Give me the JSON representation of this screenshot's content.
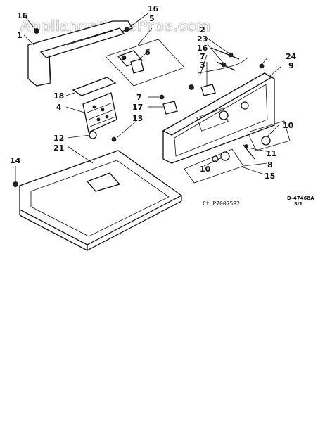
{
  "watermark": "AppliancePartsPros.com",
  "caption": "Ct  P7007592",
  "diagram_code": "D-47468A",
  "diagram_code_sub": "3/1",
  "labels": {
    "l16a": "16",
    "l1": "1",
    "l16b": "16",
    "l5": "5",
    "l6": "6",
    "l2": "2",
    "l23": "23",
    "l16c": "16",
    "l7a": "7",
    "l3": "3",
    "l24": "24",
    "l9": "9",
    "l18": "18",
    "l4": "4",
    "l7b": "7",
    "l17": "17",
    "l13": "13",
    "l12": "12",
    "l21": "21",
    "l10a": "10",
    "l10b": "10",
    "l11": "11",
    "l8": "8",
    "l15": "15",
    "l14": "14"
  }
}
